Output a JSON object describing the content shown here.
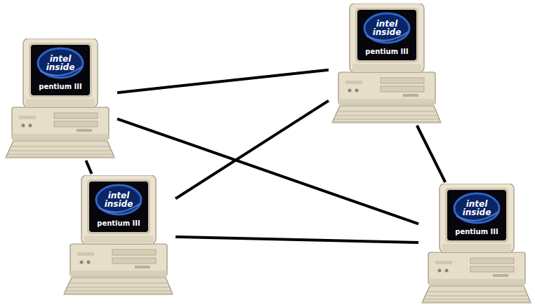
{
  "diagram": {
    "nodes": [
      {
        "text": [
          "intel inside",
          "pentium III"
        ]
      },
      {
        "text": [
          "intel inside",
          "pentium III"
        ]
      },
      {
        "text": [
          "intel inside",
          "pentium III"
        ]
      },
      {
        "text": [
          "intel inside",
          "pentium III"
        ]
      }
    ],
    "edges": [
      {
        "from": 0,
        "to": 1,
        "arrow": "none"
      },
      {
        "from": 0,
        "to": 3,
        "arrow": "none"
      },
      {
        "from": 0,
        "to": 2,
        "arrow": "none"
      },
      {
        "from": 2,
        "to": 1,
        "arrow": "none"
      },
      {
        "from": 2,
        "to": 3,
        "arrow": "none"
      },
      {
        "from": 1,
        "to": 3,
        "arrow": "none"
      }
    ]
  }
}
